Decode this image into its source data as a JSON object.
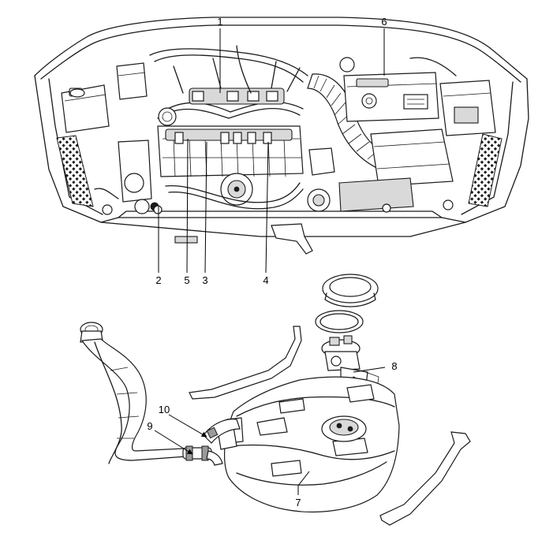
{
  "callouts": [
    {
      "id": "1",
      "text": "1"
    },
    {
      "id": "2",
      "text": "2"
    },
    {
      "id": "3",
      "text": "3"
    },
    {
      "id": "4",
      "text": "4"
    },
    {
      "id": "5",
      "text": "5"
    },
    {
      "id": "6",
      "text": "6"
    },
    {
      "id": "7",
      "text": "7"
    },
    {
      "id": "8",
      "text": "8"
    },
    {
      "id": "9",
      "text": "9"
    },
    {
      "id": "10",
      "text": "10"
    }
  ],
  "icons": {
    "engine_bay": "engine-bay-illustration",
    "fuel_tank": "fuel-tank-illustration",
    "filler_neck": "filler-neck-illustration",
    "pump_assembly": "fuel-pump-assembly-illustration"
  }
}
